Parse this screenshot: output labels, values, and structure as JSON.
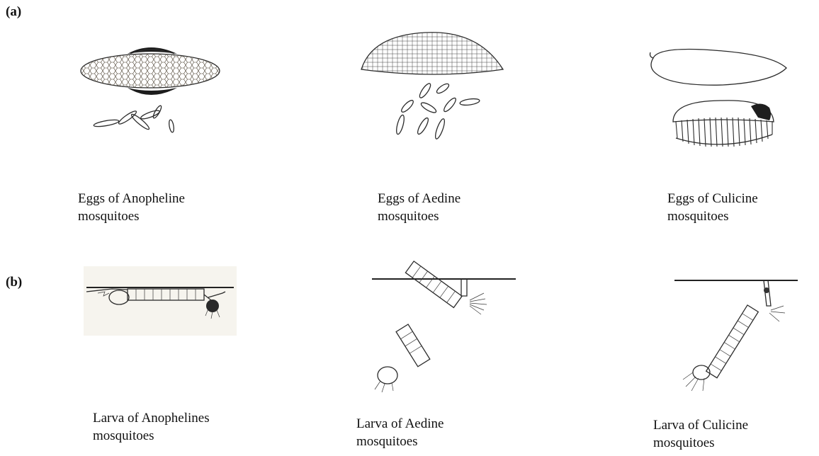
{
  "figure": {
    "part_a": {
      "label": "(a)",
      "items": [
        {
          "caption_line1": "Eggs of Anopheline",
          "caption_line2": "mosquitoes"
        },
        {
          "caption_line1": "Eggs of Aedine",
          "caption_line2": "mosquitoes"
        },
        {
          "caption_line1": "Eggs of Culicine",
          "caption_line2": "mosquitoes"
        }
      ]
    },
    "part_b": {
      "label": "(b)",
      "items": [
        {
          "caption_line1": "Larva of Anophelines",
          "caption_line2": "mosquitoes"
        },
        {
          "caption_line1": "Larva of Aedine",
          "caption_line2": "mosquitoes"
        },
        {
          "caption_line1": "Larva of Culicine",
          "caption_line2": "mosquitoes"
        }
      ]
    }
  }
}
